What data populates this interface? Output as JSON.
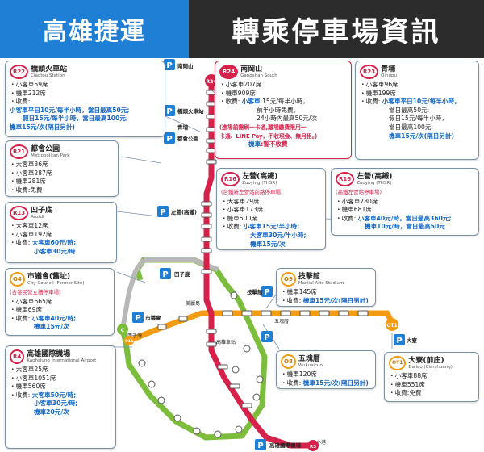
{
  "header": {
    "left_title": "高雄捷運",
    "right_title": "轉乘停車場資訊"
  },
  "colors": {
    "red_line": "#d6224b",
    "orange_line": "#f39c12",
    "circular_line": "#7cbd3c",
    "blue_text": "#1366c4",
    "header_left_bg": "#1e7fd4",
    "header_right_bg": "#2c2c2c"
  },
  "icons": [
    "parking-icon",
    "station-marker-icon"
  ],
  "map": {
    "stations": {
      "nanganshan": "南岡山",
      "ciaotou": "橋頭火車站",
      "renwu": "都會公園",
      "qingpu": "青埔",
      "zuoying": "左營(高鐵)",
      "aozidi": "凹子底",
      "city_council": "市議會",
      "formosa": "美麗島",
      "martial": "技擊館",
      "wukuaicuo": "五塊厝",
      "daliao": "大寮",
      "airport": "高雄國際機場",
      "xiaogang": "小港",
      "sizihwan": "西子灣",
      "kaohsiung_main": "高雄車站"
    },
    "badges": {
      "c": "C",
      "r3": "R3",
      "o14": "O14"
    }
  },
  "boxes": {
    "r22": {
      "badge": "R22",
      "name": "橋頭火車站",
      "en": "Ciaotou Station",
      "lines": [
        "・小客車59席",
        "・機車212席",
        "・收費:"
      ],
      "fee1": "小客車平日10元/每半小時，當日最高50元;",
      "fee2": "假日15元/每半小時，當日最高100元;",
      "fee3": "機車15元/次(隔日另計)"
    },
    "r24": {
      "badge": "R24",
      "name": "南岡山",
      "en": "Gangshan South",
      "l1": "・小客車207席",
      "l2": "・機車909席",
      "l3a": "・收費: ",
      "l3b": "小客車",
      "l3c": ":15元/每半小時，",
      "l4": "前半小時免費。",
      "l5": "24小時內最高50元/次",
      "note1": "(進場前需刷一卡通,離場繳費限用一",
      "note2": "卡通、LINE Pay，不收現金、無月租。)",
      "l6a": "機車",
      "l6b": ":暫不收費"
    },
    "r23": {
      "badge": "R23",
      "name": "青埔",
      "en": "Qingpu",
      "l1": "・小客車96席",
      "l2": "・機車199席",
      "l3a": "・收費: ",
      "l3b": "小客車平日10元/每半小時，",
      "l4": "當日最高50元;",
      "l5": "假日15元/每半小時，",
      "l6": "當日最高100元;",
      "l7": "機車15元/次(隔日另計)"
    },
    "r21": {
      "badge": "R21",
      "name": "都會公園",
      "en": "Metropolitan Park",
      "l1": "・大客車36席",
      "l2": "・小客車287席",
      "l3": "・機車281席",
      "l4": "・收費:免費"
    },
    "r16a": {
      "badge": "R16",
      "name": "左營(高鐵)",
      "en": "Zuoying (THSR)",
      "sub": "(台鐵新左營站前路停車場)",
      "l1": "・大客車29席",
      "l2": "・小客車173席",
      "l3": "・機車500席",
      "l4a": "・收費: ",
      "l4b": "小客車15元/半小時;",
      "l5": "大客車30元/半小時;",
      "l6": "機車15元/次"
    },
    "r16b": {
      "badge": "R16",
      "name": "左營(高鐵)",
      "en": "Zuoying (THSR)",
      "sub": "(高鐵左營站停車場)",
      "l1": "・小客車780席",
      "l2": "・機車681席",
      "l3a": "・收費: ",
      "l3b": "小客車40元/時，當日最高360元;",
      "l4": "機車10元/時，當日最高50元"
    },
    "r13": {
      "badge": "R13",
      "name": "凹子底",
      "en": "Aozidi",
      "l1": "・大客車12席",
      "l2": "・小客車192席",
      "l3a": "・收費: ",
      "l3b": "大客車60元/時;",
      "l4": "小客車30元/時"
    },
    "o4": {
      "badge": "O4",
      "name": "市議會(舊址)",
      "en": "City Council (Former Site)",
      "sub": "(合發民營立體停車場)",
      "l1": "・小客車665席",
      "l2": "・機車69席",
      "l3a": "・收費: ",
      "l3b": "小客車40元/時;",
      "l4": "機車15元/次"
    },
    "o9": {
      "badge": "O9",
      "name": "技擊館",
      "en": "Martial Arts Stadium",
      "l1": "・機車145席",
      "l2a": "・收費: ",
      "l2b": "機車15元/次(隔日另計)"
    },
    "o8": {
      "badge": "O8",
      "name": "五塊厝",
      "en": "Wukuaicuo",
      "l1": "・機車120席",
      "l2a": "・收費: ",
      "l2b": "機車15元/次(隔日另計)"
    },
    "ot1": {
      "badge": "OT1",
      "name": "大寮(前庄)",
      "en": "Daliao (Cianjhuang)",
      "l1": "・小客車88席",
      "l2": "・機車551席",
      "l3": "・收費:免費"
    },
    "r4": {
      "badge": "R4",
      "name": "高雄國際機場",
      "en": "Kaohsiung International Airport",
      "l1": "・大客車25席",
      "l2": "・小客車1051席",
      "l3": "・機車560席",
      "l4a": "・收費: ",
      "l4b": "大客車50元/時;",
      "l5": "小客車30元/時;",
      "l6": "機車20元/次"
    }
  }
}
